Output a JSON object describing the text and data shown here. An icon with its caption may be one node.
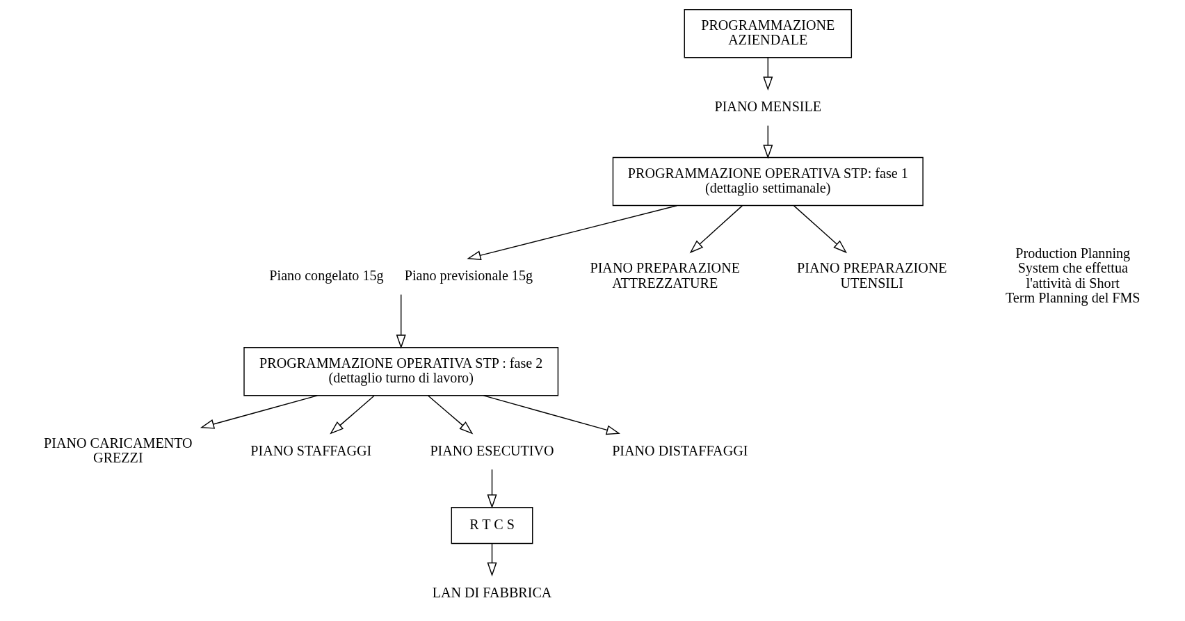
{
  "diagram": {
    "nodes": [
      {
        "text": [
          "PROGRAMMAZIONE AZIENDALE"
        ]
      },
      {
        "text": [
          "PIANO MENSILE"
        ]
      },
      {
        "text": [
          "PROGRAMMAZIONE OPERATIVA STP: fase 1",
          "(dettaglio settimanale)"
        ]
      },
      {
        "text": [
          "Piano congelato 15g",
          "Piano previsionale 15g"
        ]
      },
      {
        "text": [
          "PROGRAMMAZIONE OPERATIVA STP : fase 2",
          "(dettaglio turno di lavoro)"
        ]
      },
      {
        "text": [
          "PIANO PREPARAZIONE ATTREZZATURE"
        ]
      },
      {
        "text": [
          "PIANO PREPARAZIONE UTENSILI"
        ]
      },
      {
        "text": [
          "PIANO CARICAMENTO GREZZI"
        ]
      },
      {
        "text": [
          "PIANO STAFFAGGI"
        ]
      },
      {
        "text": [
          "PIANO ESECUTIVO"
        ]
      },
      {
        "text": [
          "PIANO DISTAFFAGGI"
        ]
      },
      {
        "text": [
          "R T C S"
        ]
      },
      {
        "text": [
          "LAN DI FABBRICA"
        ]
      }
    ],
    "edges": [
      {
        "from": 0,
        "to": 1,
        "arrow": "to"
      },
      {
        "from": 1,
        "to": 2,
        "arrow": "to"
      },
      {
        "from": 2,
        "to": 3,
        "arrow": "to"
      },
      {
        "from": 3,
        "to": 4,
        "arrow": "to"
      },
      {
        "from": 2,
        "to": 5,
        "arrow": "to"
      },
      {
        "from": 2,
        "to": 6,
        "arrow": "to"
      },
      {
        "from": 4,
        "to": 7,
        "arrow": "to"
      },
      {
        "from": 4,
        "to": 8,
        "arrow": "to"
      },
      {
        "from": 4,
        "to": 9,
        "arrow": "to"
      },
      {
        "from": 4,
        "to": 10,
        "arrow": "to"
      },
      {
        "from": 9,
        "to": 11,
        "arrow": "to"
      },
      {
        "from": 11,
        "to": 12,
        "arrow": "to"
      }
    ],
    "labels": [
      "Production Planning System che effettua l'attività di Short Term Planning del FMS"
    ]
  }
}
